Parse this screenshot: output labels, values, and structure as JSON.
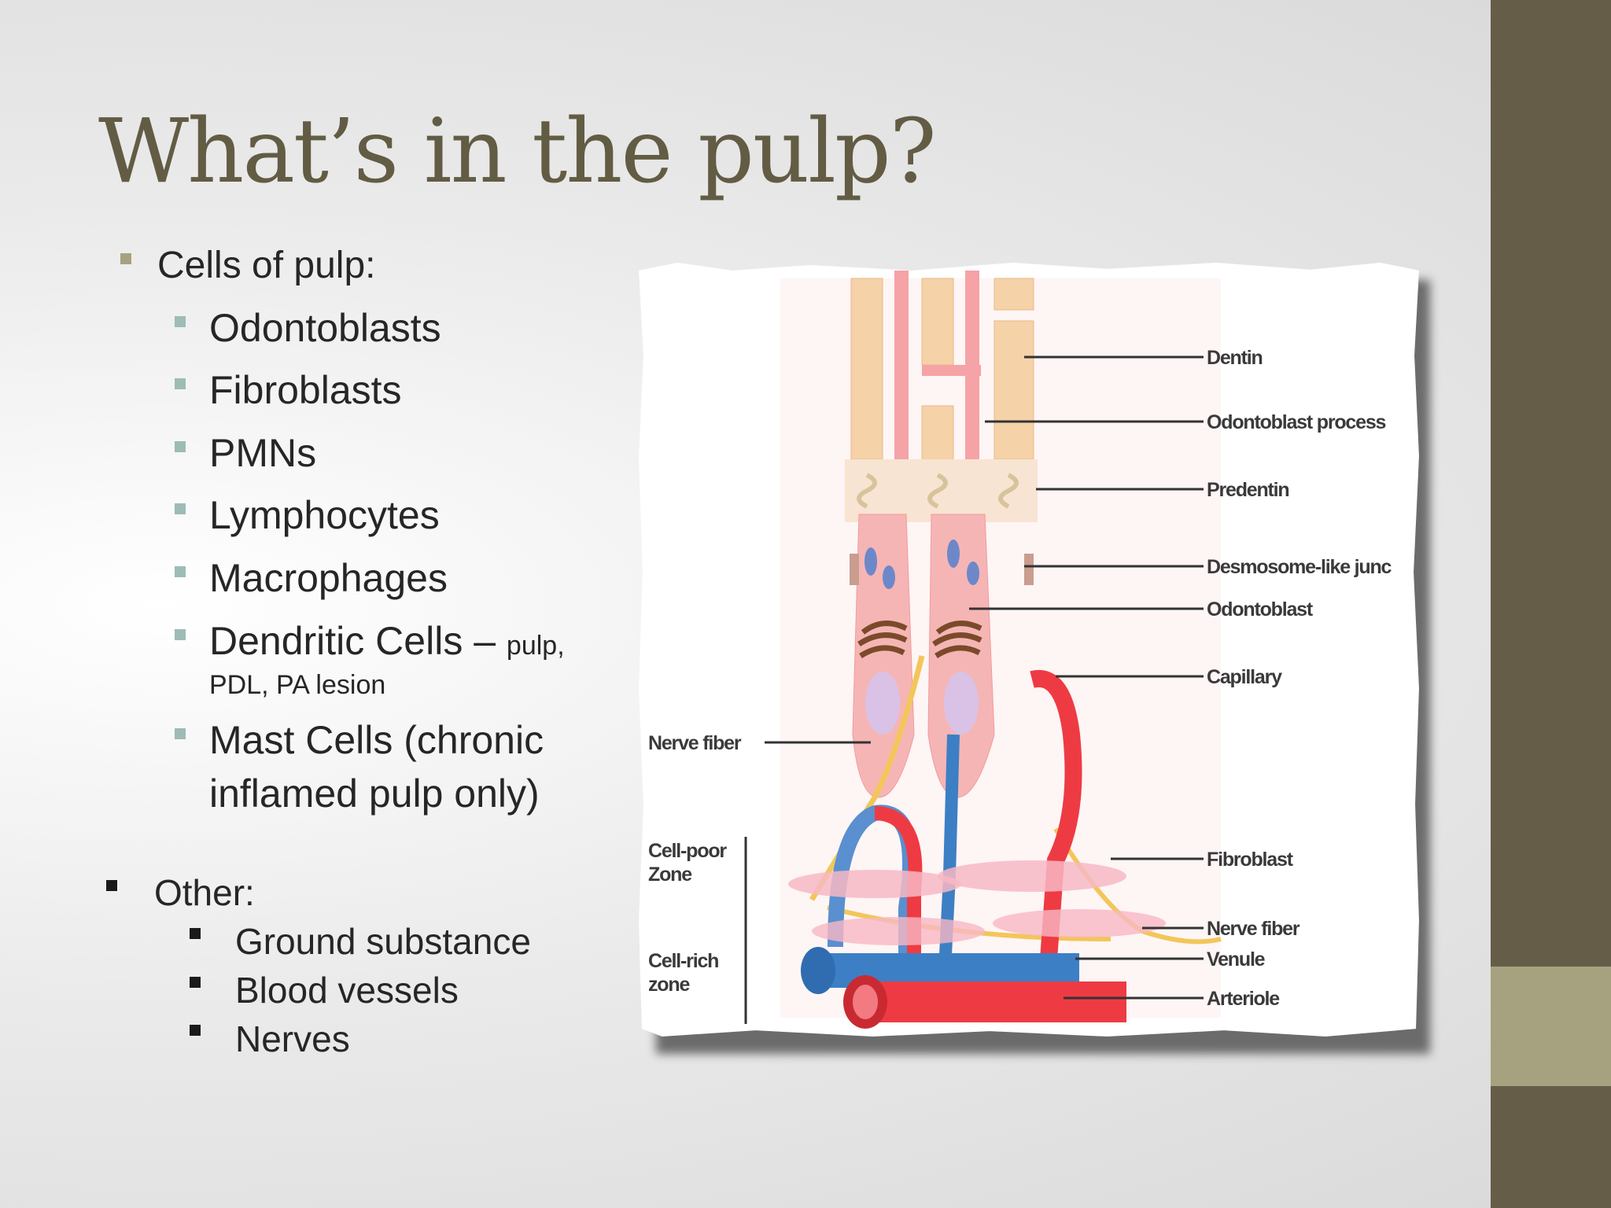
{
  "slide": {
    "title": "What’s in the pulp?",
    "cells_heading": "Cells of pulp:",
    "cells": [
      "Odontoblasts",
      "Fibroblasts",
      "PMNs",
      "Lymphocytes",
      "Macrophages"
    ],
    "dendritic_main": "Dendritic Cells – ",
    "dendritic_small_1": "pulp,",
    "dendritic_small_2": "PDL, PA lesion",
    "mast_line1": "Mast Cells (chronic",
    "mast_line2": "inflamed pulp only)",
    "other_heading": "Other:",
    "other_items": [
      "Ground substance",
      "Blood vessels",
      "Nerves"
    ]
  },
  "figure": {
    "labels": {
      "dentin": "Dentin",
      "odontoblast_process": "Odontoblast process",
      "predentin": "Predentin",
      "desmosome": "Desmosome-like junc",
      "odontoblast": "Odontoblast",
      "capillary": "Capillary",
      "nerve_fiber_left": "Nerve fiber",
      "cell_poor_1": "Cell-poor",
      "cell_poor_2": "Zone",
      "cell_rich_1": "Cell-rich",
      "cell_rich_2": "zone",
      "fibroblast": "Fibroblast",
      "nerve_fiber_right": "Nerve fiber",
      "venule": "Venule",
      "arteriole": "Arteriole"
    }
  },
  "colors": {
    "title": "#625c44",
    "sidebar": "#665d49",
    "sidebar_accent": "#a6a27f",
    "bullet_cells": "#a6a27f",
    "bullet_sub": "#9dbcb5",
    "bullet_other": "#1a1a1a"
  }
}
